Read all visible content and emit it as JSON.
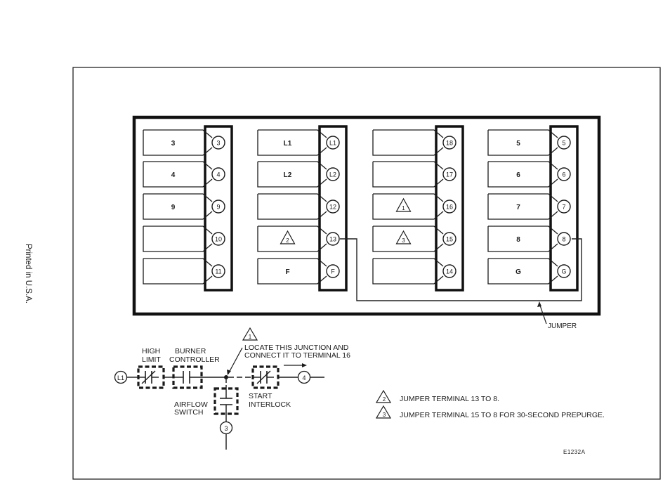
{
  "side_text": "Printed in U.S.A.",
  "terminal_strips": [
    {
      "tabs": [
        "3",
        "4",
        "9",
        "",
        ""
      ],
      "terminals": [
        "3",
        "4",
        "9",
        "10",
        "11"
      ]
    },
    {
      "tabs": [
        "L1",
        "L2",
        "",
        "2",
        "F"
      ],
      "terminals": [
        "L1",
        "L2",
        "12",
        "13",
        "F"
      ]
    },
    {
      "tabs": [
        "",
        "",
        "1",
        "3",
        ""
      ],
      "terminals": [
        "18",
        "17",
        "16",
        "15",
        "14"
      ]
    },
    {
      "tabs": [
        "5",
        "6",
        "7",
        "8",
        "G"
      ],
      "terminals": [
        "5",
        "6",
        "7",
        "8",
        "G"
      ]
    }
  ],
  "jumper_label": "JUMPER",
  "schematic": {
    "line_terminal": "L1",
    "high_limit": [
      "HIGH",
      "LIMIT"
    ],
    "burner_controller": [
      "BURNER",
      "CONTROLLER"
    ],
    "airflow_switch": [
      "AIRFLOW",
      "SWITCH"
    ],
    "start_interlock": [
      "START",
      "INTERLOCK"
    ],
    "terminal_4": "4",
    "terminal_3": "3",
    "note_1_marker": "1",
    "note_1": [
      "LOCATE THIS JUNCTION AND",
      "CONNECT IT TO TERMINAL 16"
    ]
  },
  "notes": [
    {
      "marker": "2",
      "text": "JUMPER TERMINAL 13 TO 8."
    },
    {
      "marker": "3",
      "text": "JUMPER TERMINAL 15 TO 8 FOR 30-SECOND PREPURGE."
    }
  ],
  "drawing_number": "E1232A"
}
